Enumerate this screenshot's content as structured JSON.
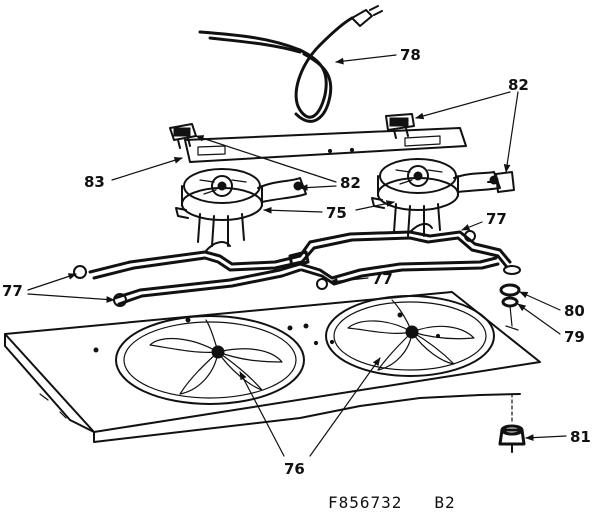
{
  "callouts": {
    "c76": "76",
    "c77": "77",
    "c78": "78",
    "c79": "79",
    "c80": "80",
    "c81": "81",
    "c82": "82",
    "c83": "83",
    "c75": "75"
  },
  "footer": {
    "drawing_number": "F856732",
    "revision": "B2"
  },
  "colors": {
    "ink": "#111111",
    "paper": "#ffffff"
  }
}
